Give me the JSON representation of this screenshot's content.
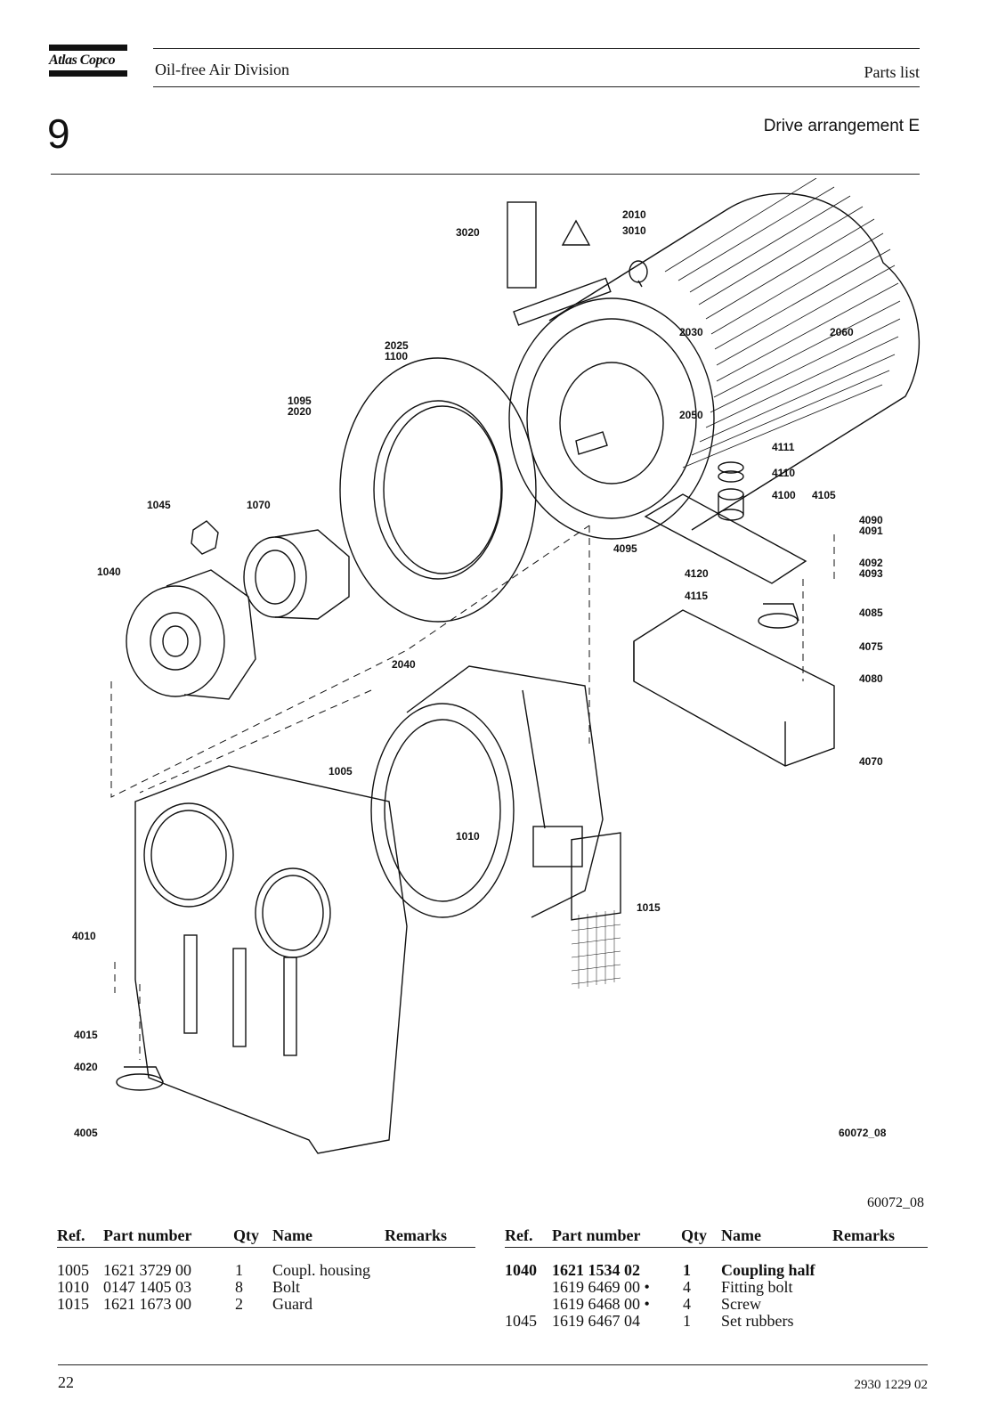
{
  "header": {
    "brand": "Atlas Copco",
    "division": "Oil-free Air Division",
    "doc_type": "Parts list",
    "chapter": "9",
    "section": "Drive arrangement E"
  },
  "diagram": {
    "callouts": [
      "3020",
      "2010",
      "3010",
      "2030",
      "2060",
      "2025",
      "1100",
      "1095",
      "2020",
      "2050",
      "4111",
      "4110",
      "4100",
      "4105",
      "4090",
      "4091",
      "4095",
      "4092",
      "4093",
      "1045",
      "1070",
      "1040",
      "4120",
      "4115",
      "4085",
      "4075",
      "2040",
      "4080",
      "1005",
      "4070",
      "1010",
      "1015",
      "4010",
      "4015",
      "4020",
      "4005"
    ],
    "drawing_code": "60072_08"
  },
  "figure_ref": "60072_08",
  "parts_left": {
    "headers": {
      "ref": "Ref.",
      "part": "Part number",
      "qty": "Qty",
      "name": "Name",
      "remarks": "Remarks"
    },
    "rows": [
      {
        "ref": "1005",
        "part": "1621 3729 00",
        "qty": "1",
        "name": "Coupl. housing",
        "remarks": ""
      },
      {
        "ref": "1010",
        "part": "0147 1405 03",
        "qty": "8",
        "name": "Bolt",
        "remarks": ""
      },
      {
        "ref": "1015",
        "part": "1621 1673 00",
        "qty": "2",
        "name": "Guard",
        "remarks": ""
      }
    ]
  },
  "parts_right": {
    "headers": {
      "ref": "Ref.",
      "part": "Part number",
      "qty": "Qty",
      "name": "Name",
      "remarks": "Remarks"
    },
    "rows": [
      {
        "ref": "1040",
        "part": "1621 1534 02",
        "qty": "1",
        "name": "Coupling half",
        "remarks": ""
      },
      {
        "ref": "",
        "part": "1619 6469 00 •",
        "qty": "4",
        "name": "Fitting bolt",
        "remarks": ""
      },
      {
        "ref": "",
        "part": "1619 6468 00 •",
        "qty": "4",
        "name": "Screw",
        "remarks": ""
      },
      {
        "ref": "1045",
        "part": "1619 6467 04",
        "qty": "1",
        "name": "Set rubbers",
        "remarks": ""
      }
    ]
  },
  "footer": {
    "page": "22",
    "doc_number": "2930 1229 02"
  }
}
